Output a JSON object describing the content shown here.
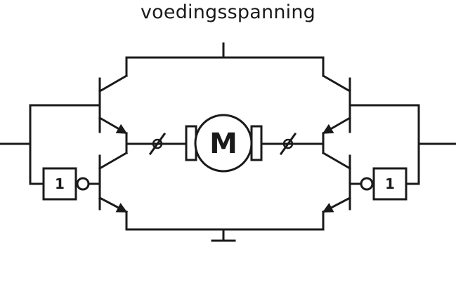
{
  "diagram": {
    "supply_label": "voedingsspanning",
    "motor_label": "M",
    "inverter_left_label": "1",
    "inverter_right_label": "1",
    "line_color": "#1a1a1a",
    "background_color": "#ffffff"
  }
}
